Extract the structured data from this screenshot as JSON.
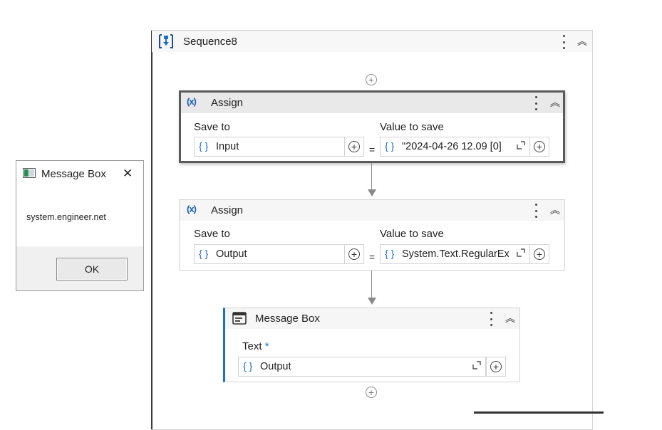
{
  "sequence": {
    "title": "Sequence8"
  },
  "assign1": {
    "title": "Assign",
    "save_to_label": "Save to",
    "value_label": "Value to save",
    "save_to_value": "Input",
    "value": "\"2024-04-26 12.09 [0]",
    "equals": "="
  },
  "assign2": {
    "title": "Assign",
    "save_to_label": "Save to",
    "value_label": "Value to save",
    "save_to_value": "Output",
    "value": "System.Text.RegularEx",
    "equals": "="
  },
  "message_activity": {
    "title": "Message Box",
    "text_label": "Text",
    "required_mark": "*",
    "text_value": "Output"
  },
  "dialog": {
    "title": "Message Box",
    "message": "system.engineer.net",
    "ok_label": "OK",
    "close_glyph": "✕"
  },
  "icons": {
    "brace": "{ }",
    "plus": "+",
    "variable": "(x)",
    "collapse": "︽"
  },
  "colors": {
    "accent": "#1a6fd0",
    "selected_border": "#5a5a5a"
  }
}
